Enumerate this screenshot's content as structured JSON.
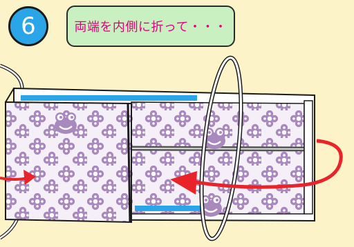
{
  "step": {
    "number": "6"
  },
  "instruction": {
    "text": "両端を内側に折って・・・"
  },
  "colors": {
    "background": "#fdf3c9",
    "badge": "#2aa6e8",
    "instruction_box": "#c8f0c0",
    "instruction_text": "#e4007f",
    "pattern_purple": "#a888bd",
    "arrow_red": "#e8232a",
    "band_blue": "#2aa6e8"
  },
  "icons": [
    "flower-pattern",
    "frog-face",
    "fold-arrow",
    "ear-loop"
  ]
}
